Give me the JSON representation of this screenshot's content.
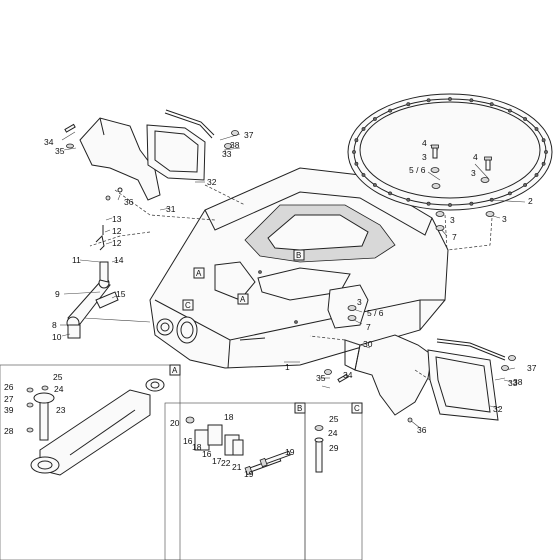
{
  "part_labels": [
    {
      "id": "p1",
      "text": "1"
    },
    {
      "id": "p2",
      "text": "2"
    },
    {
      "id": "p3a",
      "text": "3"
    },
    {
      "id": "p3b",
      "text": "3"
    },
    {
      "id": "p3c",
      "text": "3"
    },
    {
      "id": "p3d",
      "text": "3"
    },
    {
      "id": "p3e",
      "text": "3"
    },
    {
      "id": "p4a",
      "text": "4"
    },
    {
      "id": "p4b",
      "text": "4"
    },
    {
      "id": "p56a",
      "text": "5 / 6"
    },
    {
      "id": "p56b",
      "text": "5 / 6"
    },
    {
      "id": "p7a",
      "text": "7"
    },
    {
      "id": "p7b",
      "text": "7"
    },
    {
      "id": "p8",
      "text": "8"
    },
    {
      "id": "p9",
      "text": "9"
    },
    {
      "id": "p10",
      "text": "10"
    },
    {
      "id": "p11",
      "text": "11"
    },
    {
      "id": "p12a",
      "text": "12"
    },
    {
      "id": "p12b",
      "text": "12"
    },
    {
      "id": "p13",
      "text": "13"
    },
    {
      "id": "p14",
      "text": "14"
    },
    {
      "id": "p15",
      "text": "15"
    },
    {
      "id": "p16a",
      "text": "16"
    },
    {
      "id": "p16b",
      "text": "16"
    },
    {
      "id": "p17",
      "text": "17"
    },
    {
      "id": "p18a",
      "text": "18"
    },
    {
      "id": "p18b",
      "text": "18"
    },
    {
      "id": "p19a",
      "text": "19"
    },
    {
      "id": "p19b",
      "text": "19"
    },
    {
      "id": "p20",
      "text": "20"
    },
    {
      "id": "p21",
      "text": "21"
    },
    {
      "id": "p22",
      "text": "22"
    },
    {
      "id": "p23",
      "text": "23"
    },
    {
      "id": "p24a",
      "text": "24"
    },
    {
      "id": "p24b",
      "text": "24"
    },
    {
      "id": "p25a",
      "text": "25"
    },
    {
      "id": "p25b",
      "text": "25"
    },
    {
      "id": "p26",
      "text": "26"
    },
    {
      "id": "p27",
      "text": "27"
    },
    {
      "id": "p28",
      "text": "28"
    },
    {
      "id": "p29",
      "text": "29"
    },
    {
      "id": "p30",
      "text": "30"
    },
    {
      "id": "p31",
      "text": "31"
    },
    {
      "id": "p32a",
      "text": "32"
    },
    {
      "id": "p32b",
      "text": "32"
    },
    {
      "id": "p33a",
      "text": "33"
    },
    {
      "id": "p33b",
      "text": "33"
    },
    {
      "id": "p34a",
      "text": "34"
    },
    {
      "id": "p34b",
      "text": "34"
    },
    {
      "id": "p35a",
      "text": "35"
    },
    {
      "id": "p35b",
      "text": "35"
    },
    {
      "id": "p36a",
      "text": "36"
    },
    {
      "id": "p36b",
      "text": "36"
    },
    {
      "id": "p37a",
      "text": "37"
    },
    {
      "id": "p37b",
      "text": "37"
    },
    {
      "id": "p38a",
      "text": "38"
    },
    {
      "id": "p38b",
      "text": "38"
    },
    {
      "id": "p39",
      "text": "39"
    }
  ],
  "detail_refs": [
    {
      "id": "refA1",
      "text": "A"
    },
    {
      "id": "refA2",
      "text": "A"
    },
    {
      "id": "refB1",
      "text": "B"
    },
    {
      "id": "refC1",
      "text": "C"
    }
  ],
  "detail_panels": [
    {
      "id": "panelA",
      "text": "A"
    },
    {
      "id": "panelB",
      "text": "B"
    },
    {
      "id": "panelC",
      "text": "C"
    }
  ]
}
